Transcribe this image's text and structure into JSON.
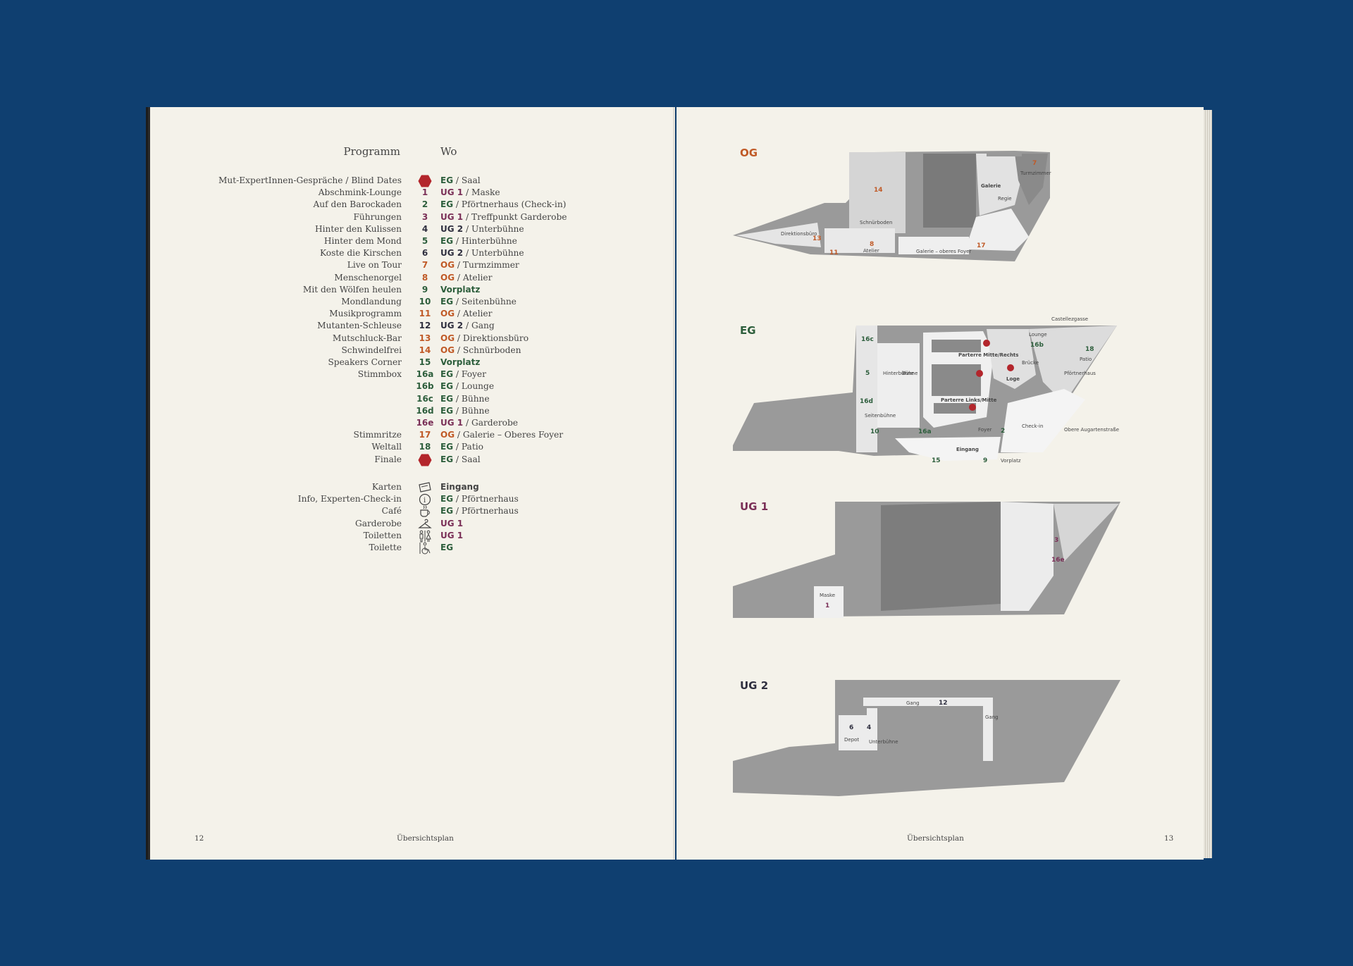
{
  "left_page": {
    "header_program": "Programm",
    "header_where": "Wo",
    "rows": [
      {
        "program": "Mut-ExpertInnen-Gespräche / Blind Dates",
        "num": "",
        "marker": "hexagon",
        "level": "EG",
        "place": "Saal",
        "color": "eg"
      },
      {
        "program": "Abschmink-Lounge",
        "num": "1",
        "level": "UG 1",
        "place": "Maske",
        "color": "ug1"
      },
      {
        "program": "Auf den Barockaden",
        "num": "2",
        "level": "EG",
        "place": "Pförtnerhaus (Check-in)",
        "color": "eg"
      },
      {
        "program": "Führungen",
        "num": "3",
        "level": "UG 1",
        "place": "Treffpunkt Garderobe",
        "color": "ug1"
      },
      {
        "program": "Hinter den Kulissen",
        "num": "4",
        "level": "UG 2",
        "place": "Unterbühne",
        "color": "ug2"
      },
      {
        "program": "Hinter dem Mond",
        "num": "5",
        "level": "EG",
        "place": "Hinterbühne",
        "color": "eg"
      },
      {
        "program": "Koste die Kirschen",
        "num": "6",
        "level": "UG 2",
        "place": "Unterbühne",
        "color": "ug2"
      },
      {
        "program": "Live on Tour",
        "num": "7",
        "level": "OG",
        "place": "Turmzimmer",
        "color": "og"
      },
      {
        "program": "Menschenorgel",
        "num": "8",
        "level": "OG",
        "place": "Atelier",
        "color": "og"
      },
      {
        "program": "Mit den Wölfen heulen",
        "num": "9",
        "level": "Vorplatz",
        "place": "",
        "color": "eg"
      },
      {
        "program": "Mondlandung",
        "num": "10",
        "level": "EG",
        "place": "Seitenbühne",
        "color": "eg"
      },
      {
        "program": "Musikprogramm",
        "num": "11",
        "level": "OG",
        "place": "Atelier",
        "color": "og"
      },
      {
        "program": "Mutanten-Schleuse",
        "num": "12",
        "level": "UG 2",
        "place": "Gang",
        "color": "ug2"
      },
      {
        "program": "Mutschluck-Bar",
        "num": "13",
        "level": "OG",
        "place": "Direktionsbüro",
        "color": "og"
      },
      {
        "program": "Schwindelfrei",
        "num": "14",
        "level": "OG",
        "place": "Schnürboden",
        "color": "og"
      },
      {
        "program": "Speakers Corner",
        "num": "15",
        "level": "Vorplatz",
        "place": "",
        "color": "eg"
      },
      {
        "program": "Stimmbox",
        "num": "16a",
        "level": "EG",
        "place": "Foyer",
        "color": "eg"
      },
      {
        "program": "",
        "num": "16b",
        "level": "EG",
        "place": "Lounge",
        "color": "eg"
      },
      {
        "program": "",
        "num": "16c",
        "level": "EG",
        "place": "Bühne",
        "color": "eg"
      },
      {
        "program": "",
        "num": "16d",
        "level": "EG",
        "place": "Bühne",
        "color": "eg"
      },
      {
        "program": "",
        "num": "16e",
        "level": "UG 1",
        "place": "Garderobe",
        "color": "ug1"
      },
      {
        "program": "Stimmritze",
        "num": "17",
        "level": "OG",
        "place": "Galerie – Oberes Foyer",
        "color": "og"
      },
      {
        "program": "Weltall",
        "num": "18",
        "level": "EG",
        "place": "Patio",
        "color": "eg"
      },
      {
        "program": "Finale",
        "num": "",
        "marker": "hexagon",
        "level": "EG",
        "place": "Saal",
        "color": "eg"
      }
    ],
    "services": [
      {
        "program": "Karten",
        "icon": "ticket-icon",
        "level": "Eingang",
        "color": "plain"
      },
      {
        "program": "Info, Experten-Check-in",
        "icon": "info-icon",
        "level": "EG",
        "place": "Pförtnerhaus",
        "color": "eg"
      },
      {
        "program": "Café",
        "icon": "coffee-cup-icon",
        "level": "EG",
        "place": "Pförtnerhaus",
        "color": "eg"
      },
      {
        "program": "Garderobe",
        "icon": "coat-hanger-icon",
        "level": "UG 1",
        "place": "",
        "color": "ug1"
      },
      {
        "program": "Toiletten",
        "icon": "restroom-icon",
        "level": "UG 1",
        "place": "",
        "color": "ug1"
      },
      {
        "program": "Toilette",
        "icon": "wheelchair-icon",
        "level": "EG",
        "place": "",
        "color": "eg"
      }
    ],
    "page_number": "12",
    "running_title": "Übersichtsplan"
  },
  "right_page": {
    "page_number": "13",
    "running_title": "Übersichtsplan",
    "floors": {
      "og": {
        "title": "OG",
        "labels": {
          "n14": "14",
          "n13": "13",
          "n11": "11",
          "n8": "8",
          "n17": "17",
          "n7": "7",
          "galerie": "Galerie",
          "turmzimmer": "Turmzimmer",
          "regie": "Regie",
          "schnurboden": "Schnürboden",
          "direktionsburo": "Direktionsbüro",
          "atelier": "Atelier",
          "galerie_foyer": "Galerie – oberes Foyer"
        }
      },
      "eg": {
        "title": "EG",
        "labels": {
          "castellezgasse": "Castellezgasse",
          "lounge": "Lounge",
          "n16b": "16b",
          "n16c": "16c",
          "n18": "18",
          "patio": "Patio",
          "parterre_mr": "Parterre Mitte/Rechts",
          "hinterbuhne": "Hinterbühne",
          "buhne": "Bühne",
          "n5": "5",
          "brucke": "Brücke",
          "loge": "Loge",
          "pfortnerhaus": "Pförtnerhaus",
          "n16d": "16d",
          "parterre_lm": "Parterre Links/Mitte",
          "obere_augartenstrasse": "Obere Augartenstraße",
          "seitenbuhne": "Seitenbühne",
          "foyer": "Foyer",
          "n2": "2",
          "checkin": "Check-in",
          "n10": "10",
          "n16a": "16a",
          "eingang": "Eingang",
          "n15": "15",
          "n9": "9",
          "vorplatz": "Vorplatz"
        }
      },
      "ug1": {
        "title": "UG 1",
        "labels": {
          "n3": "3",
          "n16e": "16e",
          "maske": "Maske",
          "n1": "1"
        }
      },
      "ug2": {
        "title": "UG 2",
        "labels": {
          "gang": "Gang",
          "n12": "12",
          "gang_side": "Gang",
          "n6": "6",
          "n4": "4",
          "depot": "Depot",
          "unterbuhne": "Unterbühne"
        }
      }
    }
  },
  "colors": {
    "og": "#c05a27",
    "eg": "#2d5e3c",
    "ug1": "#7a2f57",
    "ug2": "#2f2f3f",
    "hexagon": "#b3262c",
    "background": "#0f3f70"
  }
}
